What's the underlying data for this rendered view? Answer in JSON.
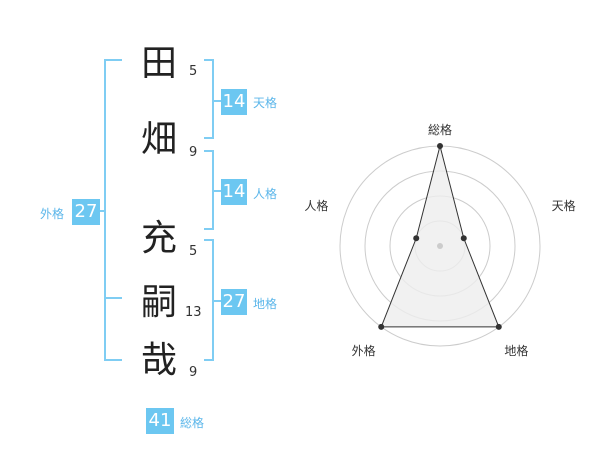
{
  "chars": [
    {
      "char": "田",
      "strokes": "5"
    },
    {
      "char": "畑",
      "strokes": "9"
    },
    {
      "char": "充",
      "strokes": "5"
    },
    {
      "char": "嗣",
      "strokes": "13"
    },
    {
      "char": "哉",
      "strokes": "9"
    }
  ],
  "kaku": {
    "tenkaku": {
      "label": "天格",
      "value": "14"
    },
    "jinkaku": {
      "label": "人格",
      "value": "14"
    },
    "chikaku": {
      "label": "地格",
      "value": "27"
    },
    "gaikaku": {
      "label": "外格",
      "value": "27"
    },
    "soukaku": {
      "label": "総格",
      "value": "41"
    }
  },
  "chart_data": {
    "type": "radar",
    "axes": [
      "総格",
      "天格",
      "地格",
      "外格",
      "人格"
    ],
    "values": [
      4,
      1,
      4,
      4,
      1
    ],
    "rmax": 4,
    "rings": 4,
    "colors": {
      "fill": "#eeeeee",
      "stroke": "#333333",
      "ring": "#cccccc",
      "point": "#333333"
    }
  }
}
